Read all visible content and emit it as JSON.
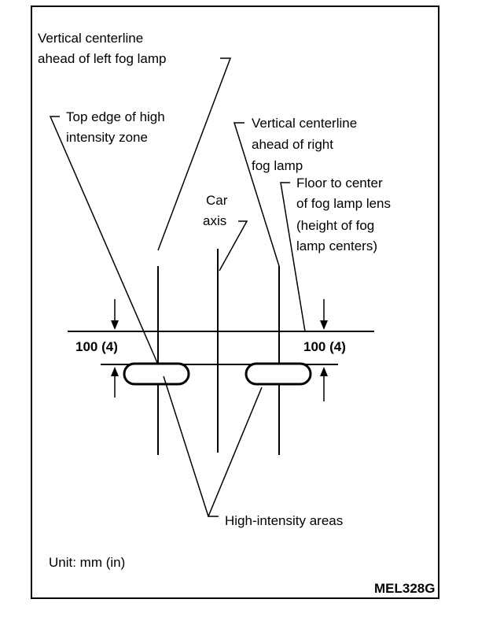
{
  "labels": {
    "vertical_left_l1": "Vertical centerline",
    "vertical_left_l2": "ahead of left fog lamp",
    "top_edge_l1": "Top edge of high",
    "top_edge_l2": "intensity zone",
    "vertical_right_l1": "Vertical centerline",
    "vertical_right_l2": "ahead of right",
    "vertical_right_l3": "fog lamp",
    "floor_l1": "Floor to center",
    "floor_l2": "of fog lamp lens",
    "floor_l3": "(height of fog",
    "floor_l4": "lamp centers)",
    "car_axis_l1": "Car",
    "car_axis_l2": "axis",
    "dim_left": "100 (4)",
    "dim_right": "100 (4)",
    "high_intensity": "High-intensity areas",
    "unit": "Unit: mm (in)",
    "figure_code": "MEL328G"
  }
}
